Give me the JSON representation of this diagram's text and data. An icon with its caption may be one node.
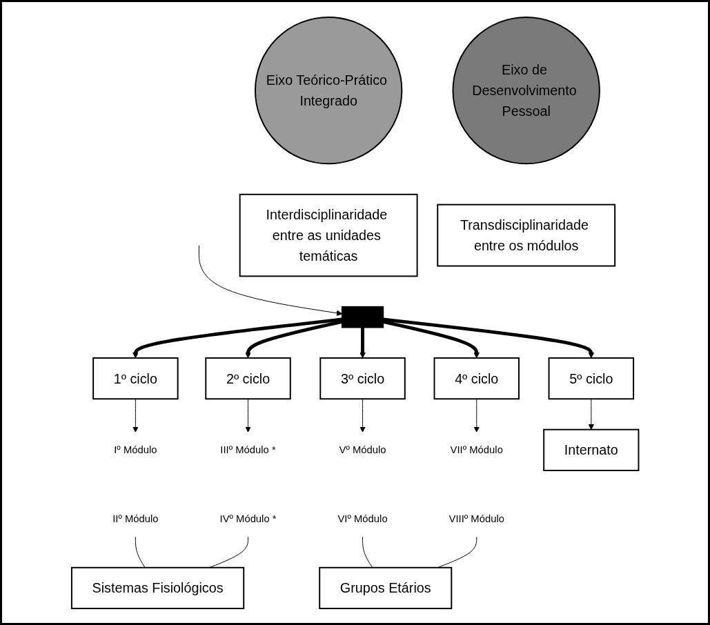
{
  "diagram": {
    "nodes": [
      {
        "text": [
          "Eixo Teórico-Prático Integrado"
        ]
      },
      {
        "text": [
          "Eixo de Desenvolvimento Pessoal"
        ]
      },
      {
        "text": [
          "Interdisciplinaridade entre as unidades temáticas"
        ]
      },
      {
        "text": [
          "Transdisciplinaridade entre os módulos"
        ]
      },
      {
        "text": [],
        "shape": "bar"
      },
      {
        "text": [
          "1º ciclo"
        ]
      },
      {
        "text": [
          "2º ciclo"
        ]
      },
      {
        "text": [
          "3º ciclo"
        ]
      },
      {
        "text": [
          "4º ciclo"
        ]
      },
      {
        "text": [
          "5º ciclo"
        ]
      },
      {
        "text": [
          "Iº Módulo"
        ]
      },
      {
        "text": [
          "IIº Módulo"
        ]
      },
      {
        "text": [
          "IIIº Módulo *"
        ]
      },
      {
        "text": [
          "IVº Módulo *"
        ]
      },
      {
        "text": [
          "Vº Módulo"
        ]
      },
      {
        "text": [
          "VIº Módulo"
        ]
      },
      {
        "text": [
          "VIIº Módulo"
        ]
      },
      {
        "text": [
          "VIIIº Módulo"
        ]
      },
      {
        "text": [
          "Sistemas Fisiológicos"
        ]
      },
      {
        "text": [
          "Grupos Etários"
        ]
      },
      {
        "text": [
          "Internato"
        ]
      }
    ],
    "edges": [
      {
        "from": null,
        "to": 4,
        "arrow": "to"
      },
      {
        "from": 4,
        "to": 5,
        "arrow": "to",
        "style": "thick"
      },
      {
        "from": 4,
        "to": 6,
        "arrow": "to",
        "style": "thick"
      },
      {
        "from": 4,
        "to": 7,
        "arrow": "to",
        "style": "thick"
      },
      {
        "from": 4,
        "to": 8,
        "arrow": "to",
        "style": "thick"
      },
      {
        "from": 4,
        "to": 9,
        "arrow": "to",
        "style": "thick"
      },
      {
        "from": 5,
        "to": 10,
        "arrow": "to"
      },
      {
        "from": 6,
        "to": 12,
        "arrow": "to"
      },
      {
        "from": 7,
        "to": 14,
        "arrow": "to"
      },
      {
        "from": 8,
        "to": 16,
        "arrow": "to"
      },
      {
        "from": 9,
        "to": 20,
        "arrow": "to"
      },
      {
        "from": 11,
        "to": 18,
        "arrow": "none"
      },
      {
        "from": 13,
        "to": 18,
        "arrow": "none"
      },
      {
        "from": 15,
        "to": 19,
        "arrow": "none"
      },
      {
        "from": 17,
        "to": 19,
        "arrow": "none"
      }
    ]
  }
}
